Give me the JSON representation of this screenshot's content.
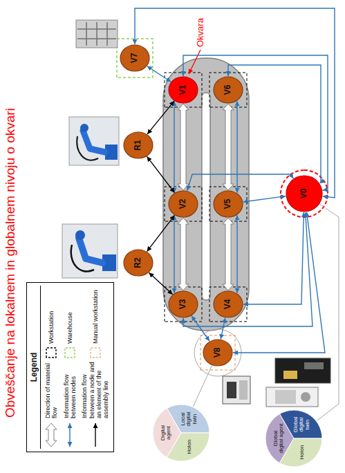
{
  "diagram": {
    "title": "Obveščanje na lokalnem in globalnem nivoju o okvari",
    "nodes": [
      {
        "text": [
          "V7"
        ]
      },
      {
        "text": [
          "V1"
        ]
      },
      {
        "text": [
          "V6"
        ]
      },
      {
        "text": [
          "R1"
        ]
      },
      {
        "text": [
          "V2"
        ]
      },
      {
        "text": [
          "V5"
        ]
      },
      {
        "text": [
          "V0"
        ]
      },
      {
        "text": [
          "R2"
        ]
      },
      {
        "text": [
          "V3"
        ]
      },
      {
        "text": [
          "V4"
        ]
      },
      {
        "text": [
          "V8"
        ]
      },
      {
        "text": [
          "Digital agent",
          "Local digital twin",
          "Holon"
        ]
      },
      {
        "text": [
          "Global digital agent",
          "Global digital twin",
          "Holon"
        ]
      }
    ],
    "edges": [
      {
        "from": 0,
        "to": 1,
        "arrow": "both"
      },
      {
        "from": 1,
        "to": 4,
        "arrow": "both"
      },
      {
        "from": 4,
        "to": 8,
        "arrow": "both"
      },
      {
        "from": 2,
        "to": 5,
        "arrow": "both"
      },
      {
        "from": 5,
        "to": 9,
        "arrow": "both"
      },
      {
        "from": 1,
        "to": 4,
        "arrow": "both"
      },
      {
        "from": 4,
        "to": 8,
        "arrow": "both"
      },
      {
        "from": 2,
        "to": 5,
        "arrow": "both"
      },
      {
        "from": 5,
        "to": 9,
        "arrow": "both"
      },
      {
        "from": 3,
        "to": 1,
        "arrow": "both"
      },
      {
        "from": 3,
        "to": 4,
        "arrow": "both"
      },
      {
        "from": 7,
        "to": 4,
        "arrow": "both"
      },
      {
        "from": 7,
        "to": 8,
        "arrow": "both"
      },
      {
        "from": 6,
        "to": 0,
        "arrow": "both"
      },
      {
        "from": 6,
        "to": 1,
        "arrow": "both"
      },
      {
        "from": 6,
        "to": 2,
        "arrow": "both"
      },
      {
        "from": 6,
        "to": 4,
        "arrow": "both"
      },
      {
        "from": 6,
        "to": 5,
        "arrow": "both"
      },
      {
        "from": 6,
        "to": 8,
        "arrow": "both"
      },
      {
        "from": 6,
        "to": 9,
        "arrow": "both"
      },
      {
        "from": 6,
        "to": 10,
        "arrow": "both"
      },
      {
        "from": 10,
        "to": 8,
        "arrow": "both"
      },
      {
        "from": 10,
        "to": 9,
        "arrow": "both"
      },
      {
        "from": 11,
        "to": 10,
        "arrow": "none"
      },
      {
        "from": 12,
        "to": 6,
        "arrow": "none"
      }
    ],
    "labels": [
      "Okvara",
      "Legend"
    ],
    "legend": [
      {
        "text": "Direction of material flow"
      },
      {
        "text": "Workstation"
      },
      {
        "text": "Information flow between nodes"
      },
      {
        "text": "Warehouse"
      },
      {
        "text": "Information flow between a node and an element of the assembly line"
      },
      {
        "text": "Manual workstation"
      }
    ]
  }
}
